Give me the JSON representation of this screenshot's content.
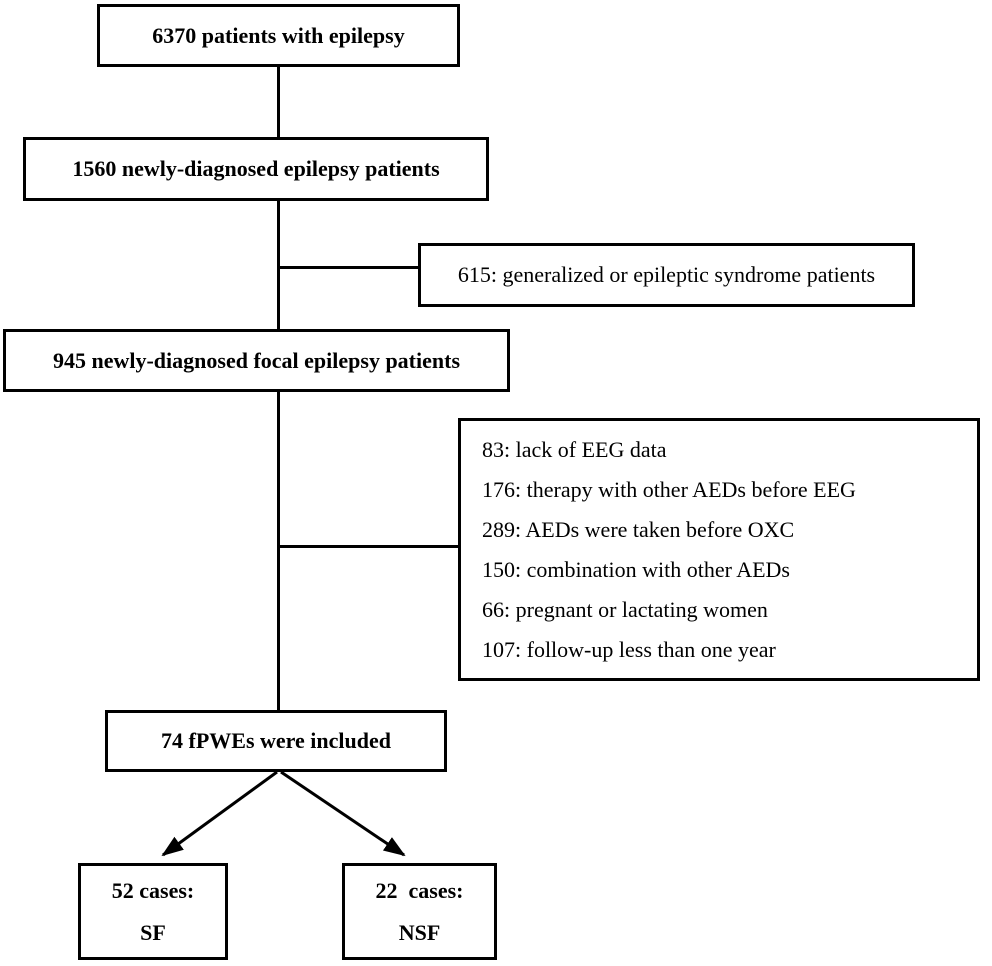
{
  "figure": {
    "type": "flowchart",
    "description": "Patient inclusion and exclusion flow diagram"
  },
  "colors": {
    "background": "#ffffff",
    "box_border": "#000000",
    "line": "#000000",
    "text": "#000000"
  },
  "nodes": {
    "total": {
      "label": "6370 patients with epilepsy"
    },
    "newly_diagnosed": {
      "label": "1560 newly-diagnosed epilepsy patients"
    },
    "excluded_generalized": {
      "label": "615: generalized or epileptic syndrome patients"
    },
    "focal": {
      "label": "945 newly-diagnosed focal epilepsy patients"
    },
    "exclusions": {
      "items": [
        "83: lack of EEG data",
        "176: therapy with other AEDs before EEG",
        "289: AEDs were taken before OXC",
        "150: combination with other AEDs",
        "66: pregnant or lactating women",
        "107: follow-up less than one year"
      ]
    },
    "included": {
      "label": "74 fPWEs were included"
    },
    "sf": {
      "line1": "52 cases:",
      "line2": "SF"
    },
    "nsf": {
      "line1": "22  cases:",
      "line2": "NSF"
    }
  },
  "edges": [
    {
      "from": "total",
      "to": "newly_diagnosed",
      "style": "line"
    },
    {
      "from": "newly_diagnosed",
      "to": "excluded_generalized",
      "style": "side-branch"
    },
    {
      "from": "newly_diagnosed",
      "to": "focal",
      "style": "line"
    },
    {
      "from": "focal",
      "to": "exclusions",
      "style": "side-branch"
    },
    {
      "from": "focal",
      "to": "included",
      "style": "line"
    },
    {
      "from": "included",
      "to": "sf",
      "style": "arrow"
    },
    {
      "from": "included",
      "to": "nsf",
      "style": "arrow"
    }
  ]
}
